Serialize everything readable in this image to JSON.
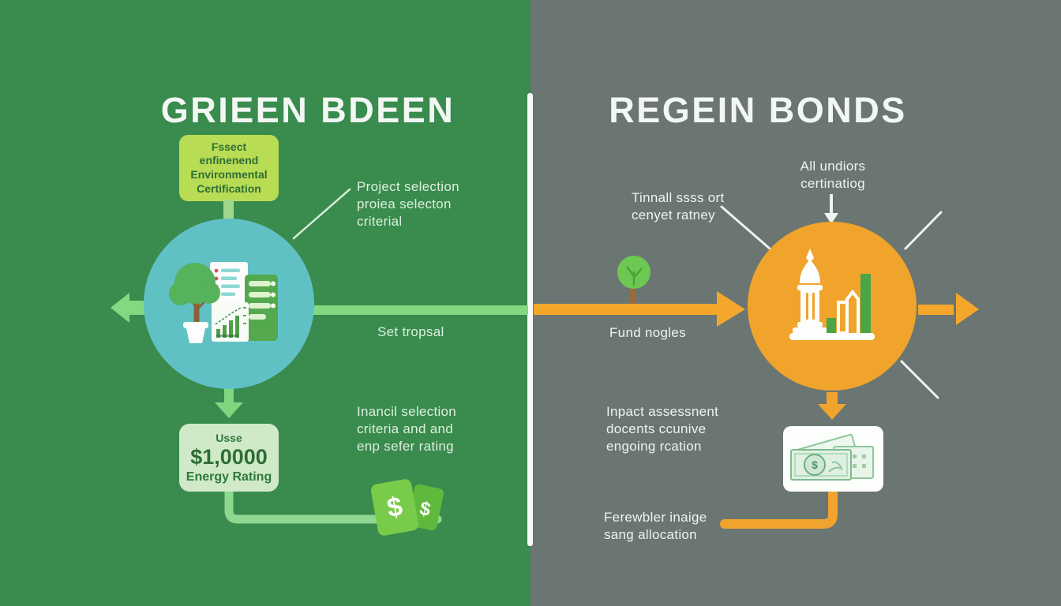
{
  "left": {
    "title": "GRIEEN BDEEN",
    "sign_box_lines": [
      "Fssect",
      "enfinenend",
      "Environmental",
      "Certification"
    ],
    "project_note_lines": [
      "Project selection",
      "proiea selecton",
      "criterial"
    ],
    "flow_label": "Set tropsal",
    "criteria_note_lines": [
      "Inancil selection",
      "criteria and and",
      "enp sefer rating"
    ],
    "use_box": {
      "top": "Usse",
      "amount": "$1,0000",
      "bottom": "Energy Rating"
    },
    "currency_symbol": "$"
  },
  "right": {
    "title": "REGEIN BONDS",
    "ratings_note_lines": [
      "Tinnall ssss ort",
      "cenyet ratney"
    ],
    "auditors_note_lines": [
      "All undiors",
      "certinatiog"
    ],
    "flow_label": "Fund nogles",
    "impact_note_lines": [
      "Inpact assessnent",
      "docents ccunive",
      "engoing rcation"
    ],
    "allocation_note_lines": [
      "Ferewbler inaige",
      "sang allocation"
    ]
  },
  "colors": {
    "left_bg": "#3a8b4e",
    "right_bg": "#6b7572",
    "teal_circle": "#60c1c5",
    "orange_circle": "#f0a42c",
    "green_arrow": "#83d982",
    "orange_arrow": "#f5a72b",
    "sign_box": "#b9dc55",
    "use_box": "#cfe9c9",
    "bag_green": "#79cc49"
  }
}
